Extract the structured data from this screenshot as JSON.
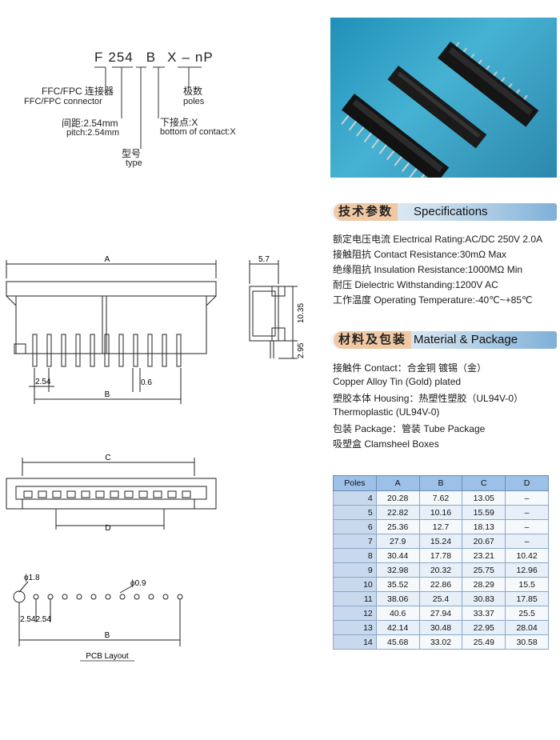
{
  "part_number": {
    "code_segments": [
      "F",
      "254",
      "B",
      "X",
      "–",
      "nP"
    ],
    "labels": {
      "connector_cn": "FFC/FPC 连接器",
      "connector_en": "FFC/FPC connector",
      "pitch_cn": "间距:2.54mm",
      "pitch_en": "pitch:2.54mm",
      "type_cn": "型号",
      "type_en": "type",
      "contact_cn": "下接点:X",
      "contact_en": "bottom of contact:X",
      "poles_cn": "极数",
      "poles_en": "poles"
    }
  },
  "drawing": {
    "front_view": {
      "A": "A",
      "B": "B",
      "pitch": "2.54",
      "pin": "0.6"
    },
    "side_view": {
      "width": "5.7",
      "height": "10.35",
      "tail": "2.95"
    },
    "top_view": {
      "C": "C",
      "D": "D"
    },
    "pcb_layout": {
      "hole_large": "ϕ1.8",
      "hole_small": "ϕ0.9",
      "pitch_pair": "2.542.54",
      "B": "B",
      "caption": "PCB Layout"
    }
  },
  "specifications": {
    "title_cn": "技术参数",
    "title_en": "Specifications",
    "lines": [
      "额定电压电流 Electrical Rating:AC/DC 250V 2.0A",
      "接触阻抗 Contact Resistance:30mΩ Max",
      "绝缘阻抗 Insulation Resistance:1000MΩ Min",
      "耐压 Dielectric Withstanding:1200V AC",
      "工作温度 Operating Temperature:-40℃~+85℃"
    ]
  },
  "material": {
    "title_cn": "材料及包装",
    "title_en": "Material & Package",
    "lines": [
      "接触件 Contact：合金铜 镀锡（金）",
      "Copper Alloy Tin (Gold) plated",
      "塑胶本体 Housing：热塑性塑胶（UL94V-0）",
      "Thermoplastic (UL94V-0)",
      "包装 Package：管装 Tube Package",
      "吸塑盒 Clamsheel Boxes"
    ]
  },
  "table": {
    "headers": [
      "Poles",
      "A",
      "B",
      "C",
      "D"
    ],
    "rows": [
      [
        "4",
        "20.28",
        "7.62",
        "13.05",
        "–"
      ],
      [
        "5",
        "22.82",
        "10.16",
        "15.59",
        "–"
      ],
      [
        "6",
        "25.36",
        "12.7",
        "18.13",
        "–"
      ],
      [
        "7",
        "27.9",
        "15.24",
        "20.67",
        "–"
      ],
      [
        "8",
        "30.44",
        "17.78",
        "23.21",
        "10.42"
      ],
      [
        "9",
        "32.98",
        "20.32",
        "25.75",
        "12.96"
      ],
      [
        "10",
        "35.52",
        "22.86",
        "28.29",
        "15.5"
      ],
      [
        "11",
        "38.06",
        "25.4",
        "30.83",
        "17.85"
      ],
      [
        "12",
        "40.6",
        "27.94",
        "33.37",
        "25.5"
      ],
      [
        "13",
        "42.14",
        "30.48",
        "22.95",
        "28.04"
      ],
      [
        "14",
        "45.68",
        "33.02",
        "25.49",
        "30.58"
      ]
    ]
  },
  "colors": {
    "photo_bg": "#2f9cc4",
    "header_cn_bg": "#f0c9a4",
    "table_header": "#9cc0e8"
  }
}
